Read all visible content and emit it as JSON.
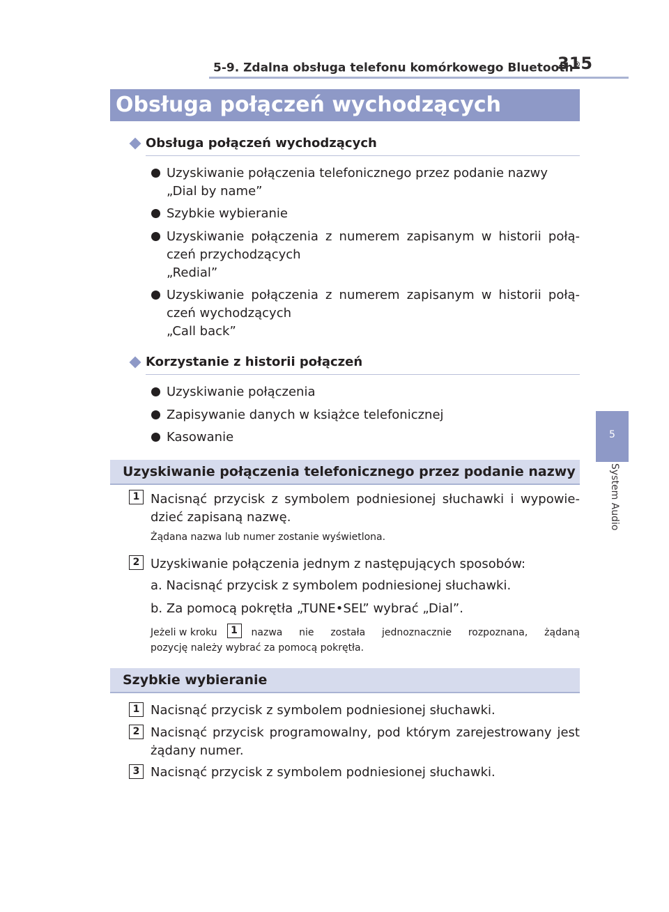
{
  "header": {
    "title": "5-9. Zdalna obsługa telefonu komórkowego Bluetooth",
    "title_mark": "®",
    "page_number": "315"
  },
  "side_tab": {
    "number": "5",
    "label": "System Audio"
  },
  "main_title": "Obsługa połączeń wychodzących",
  "section1": {
    "heading": "Obsługa połączeń wychodzących",
    "items": [
      {
        "line1": "Uzyskiwanie połączenia telefonicznego przez podanie nazwy",
        "line2": "„Dial by name”"
      },
      {
        "line1": "Szybkie wybieranie"
      },
      {
        "line1": "Uzyskiwanie połączenia z numerem zapisanym w historii połą-",
        "line2": "czeń przychodzących",
        "line3": "„Redial”"
      },
      {
        "line1": "Uzyskiwanie połączenia z numerem zapisanym w historii połą-",
        "line2": "czeń wychodzących",
        "line3": "„Call back”"
      }
    ]
  },
  "section2": {
    "heading": "Korzystanie z historii połączeń",
    "items": [
      "Uzyskiwanie połączenia",
      "Zapisywanie danych w książce telefonicznej",
      "Kasowanie"
    ]
  },
  "dial_by_name": {
    "title": "Uzyskiwanie połączenia telefonicznego przez podanie nazwy",
    "step1": {
      "num": "1",
      "line1": "Nacisnąć przycisk z symbolem podniesionej słuchawki i wypowie-",
      "line2": "dzieć zapisaną nazwę.",
      "note": "Żądana nazwa lub numer zostanie wyświetlona."
    },
    "step2": {
      "num": "2",
      "line1": "Uzyskiwanie połączenia jednym z następujących sposobów:",
      "option_a": "a. Nacisnąć przycisk z symbolem podniesionej słuchawki.",
      "option_b": "b. Za pomocą pokrętła „TUNE•SEL” wybrać „Dial”.",
      "note_before": "Jeżeli w kroku",
      "note_ref": "1",
      "note_after": "nazwa nie została jednoznacznie rozpoznana, żądaną",
      "note_line2": "pozycję należy wybrać za pomocą pokrętła."
    }
  },
  "speed_dial": {
    "title": "Szybkie wybieranie",
    "step1": {
      "num": "1",
      "text": "Nacisnąć przycisk z symbolem podniesionej słuchawki."
    },
    "step2": {
      "num": "2",
      "line1": "Nacisnąć przycisk programowalny, pod którym zarejestrowany jest",
      "line2": "żądany numer."
    },
    "step3": {
      "num": "3",
      "text": "Nacisnąć przycisk z symbolem podniesionej słuchawki."
    }
  }
}
